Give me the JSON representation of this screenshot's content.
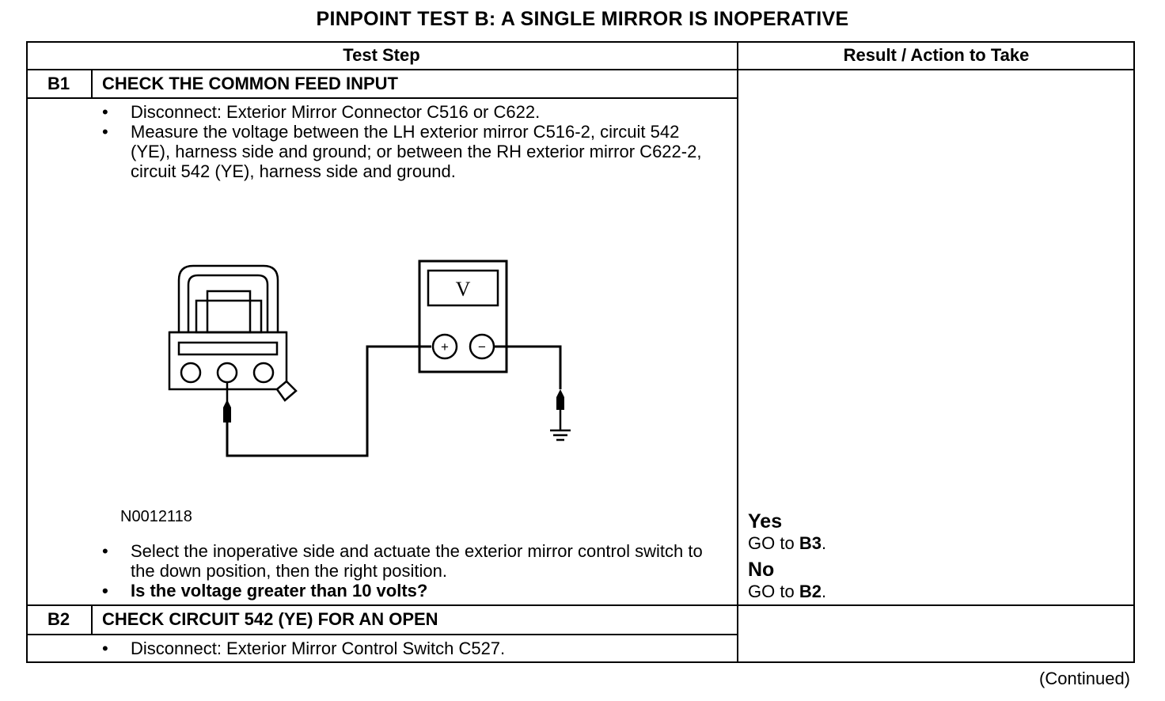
{
  "title": "PINPOINT TEST B: A SINGLE MIRROR IS INOPERATIVE",
  "headers": {
    "test_step": "Test Step",
    "result": "Result / Action to Take"
  },
  "steps": [
    {
      "id": "B1",
      "title": "CHECK THE COMMON FEED INPUT",
      "bullets_before": [
        "Disconnect: Exterior Mirror Connector C516 or C622.",
        "Measure the voltage between the LH exterior mirror C516-2, circuit 542 (YE), harness side and ground; or between the RH exterior mirror C622-2, circuit 542 (YE), harness side and ground."
      ],
      "figure_id": "N0012118",
      "meter_symbol": "V",
      "meter_plus": "+",
      "meter_minus": "−",
      "bullets_after": [
        "Select the inoperative side and actuate the exterior mirror control switch to the down position, then the right position."
      ],
      "question": "Is the voltage greater than 10 volts?",
      "results": {
        "yes_label": "Yes",
        "yes_prefix": "GO to",
        "yes_target": "B3",
        "yes_suffix": ".",
        "no_label": "No",
        "no_prefix": "GO to",
        "no_target": "B2",
        "no_suffix": "."
      }
    },
    {
      "id": "B2",
      "title": "CHECK CIRCUIT 542 (YE) FOR AN OPEN",
      "bullets_before": [
        "Disconnect: Exterior Mirror Control Switch C527."
      ]
    }
  ],
  "continued": "(Continued)"
}
